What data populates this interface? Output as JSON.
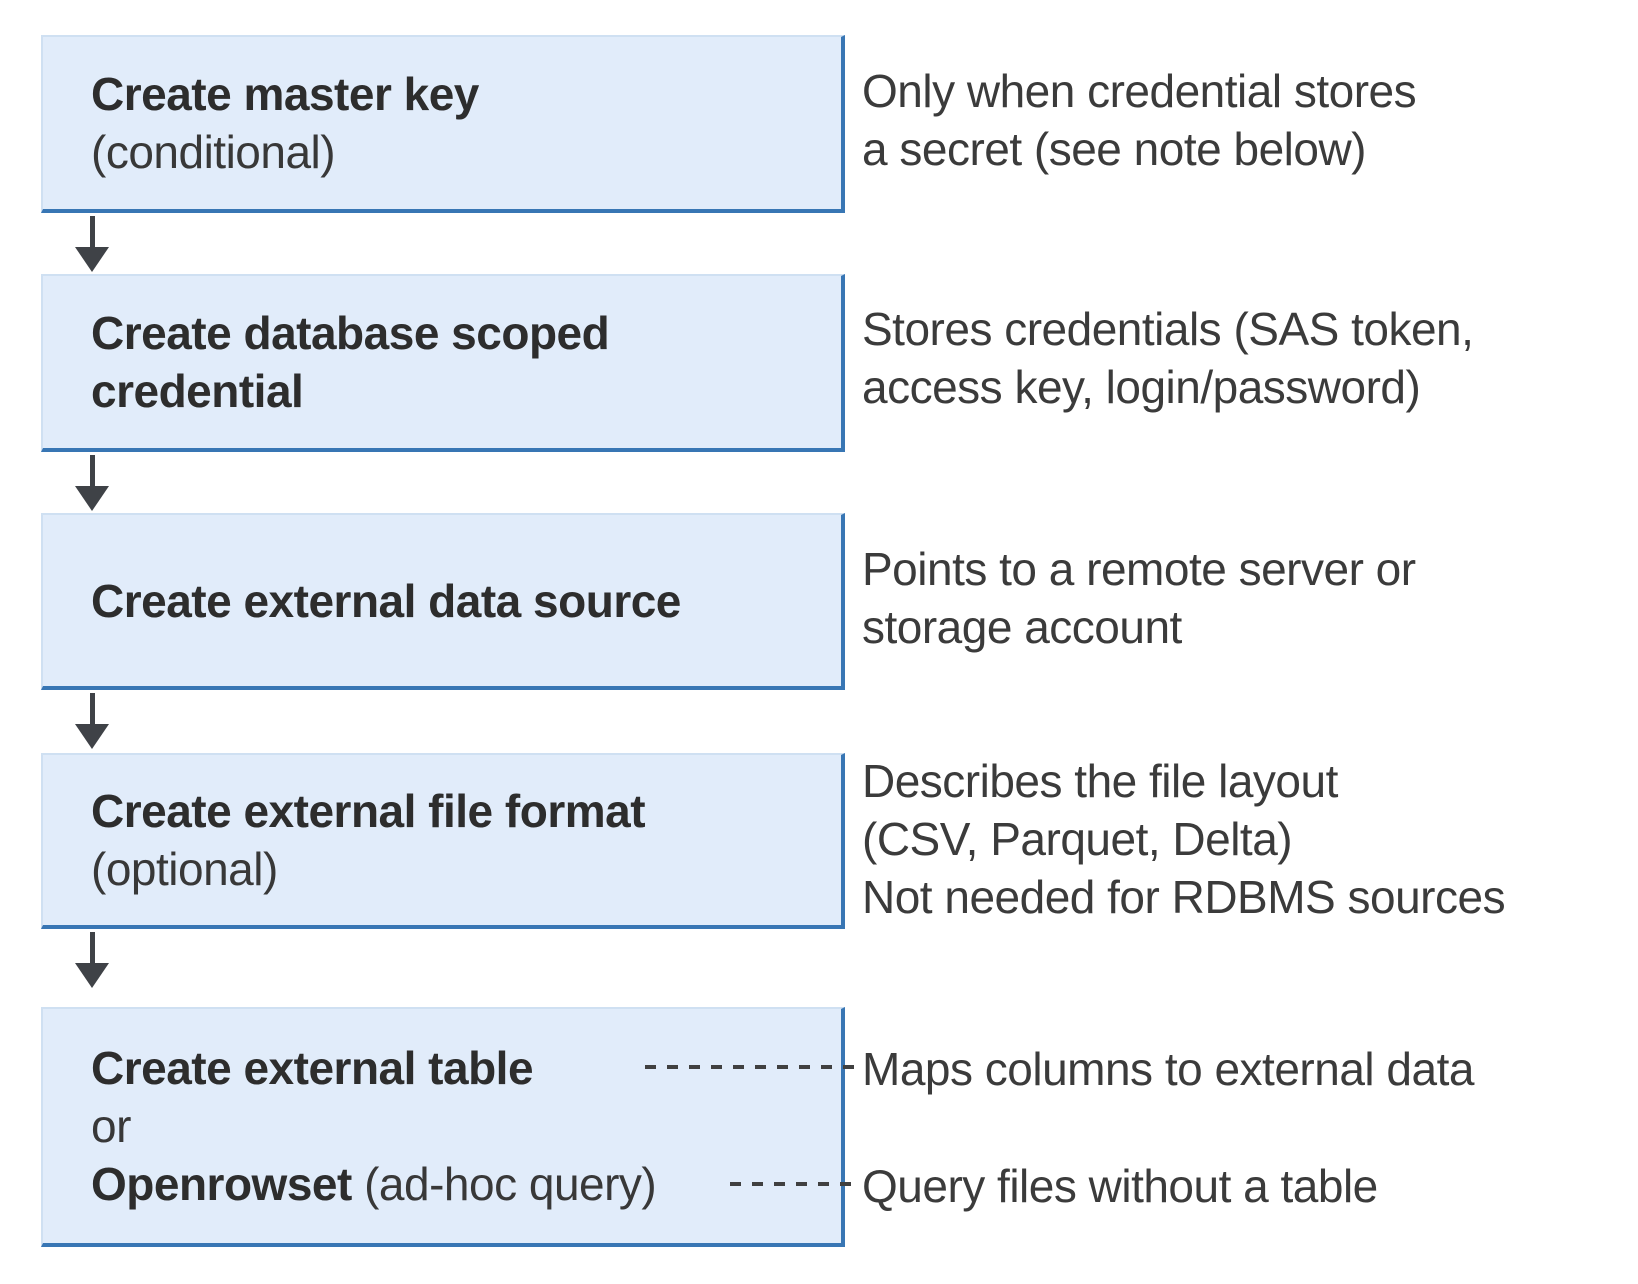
{
  "diagram": {
    "title_semantic": "Steps to create external data access objects",
    "colors": {
      "box_fill": "#e1ecfa",
      "box_border_accent": "#3876b4",
      "box_border_light": "#cfe0f2",
      "title_text": "#2d2d2d",
      "annotation_text": "#3b3b3b",
      "connector": "#3f4247"
    },
    "steps": [
      {
        "title": "Create master key",
        "subtitle": "(conditional)",
        "annotation": "Only when credential stores\na secret (see note below)"
      },
      {
        "title": "Create database scoped\ncredential",
        "subtitle": "",
        "annotation": "Stores credentials (SAS token,\naccess key, login/password)"
      },
      {
        "title": "Create external data source",
        "subtitle": "",
        "annotation": "Points to a remote server or\nstorage account"
      },
      {
        "title": "Create external file format",
        "subtitle": "(optional)",
        "annotation": "Describes the file layout\n(CSV, Parquet, Delta)\nNot needed for RDBMS sources"
      }
    ],
    "final_step": {
      "option1": "Create external table",
      "conjunction": "or",
      "option2_bold": "Openrowset",
      "option2_rest": " (ad-hoc query)",
      "annotation_table": "Maps columns to external data",
      "annotation_openrowset": "Query files without a table"
    }
  }
}
